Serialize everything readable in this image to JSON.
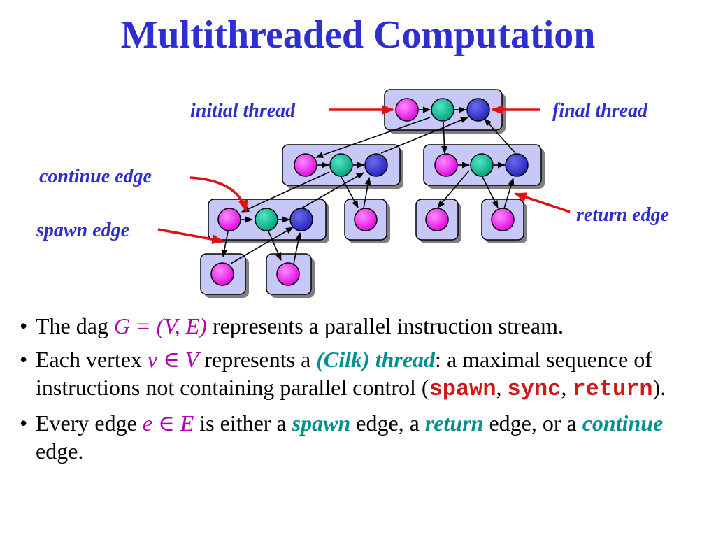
{
  "title": "Multithreaded Computation",
  "labels": {
    "initial_thread": "initial thread",
    "final_thread": "final thread",
    "continue_edge": "continue edge",
    "spawn_edge": "spawn edge",
    "return_edge": "return edge"
  },
  "bullets": {
    "b1": {
      "pre": "The dag ",
      "math": "G = (V, E)",
      "post": " represents a parallel instruction stream."
    },
    "b2": {
      "pre": "Each vertex ",
      "math": "v ∈ V",
      "mid": " represents a ",
      "term": "(Cilk) thread",
      "post": ":  a maximal sequence of instructions not containing parallel control (",
      "code1": "spawn",
      "sep1": ", ",
      "code2": "sync",
      "sep2": ", ",
      "code3": "return",
      "end": ")."
    },
    "b3": {
      "pre": "Every edge ",
      "math": "e ∈ E",
      "mid1": " is either a ",
      "term1": "spawn",
      "mid2": " edge, a ",
      "term2": "return",
      "mid3": " edge, or a ",
      "term3": "continue",
      "end": " edge."
    }
  },
  "colors": {
    "title": "#2f2fd0",
    "node_magenta": "#ff00ff",
    "node_teal": "#00b894",
    "node_blue": "#3030cc",
    "box_fill": "#c8c8f8",
    "red_arrow": "#e01010",
    "term_green": "#009090",
    "code_red": "#d01818"
  }
}
